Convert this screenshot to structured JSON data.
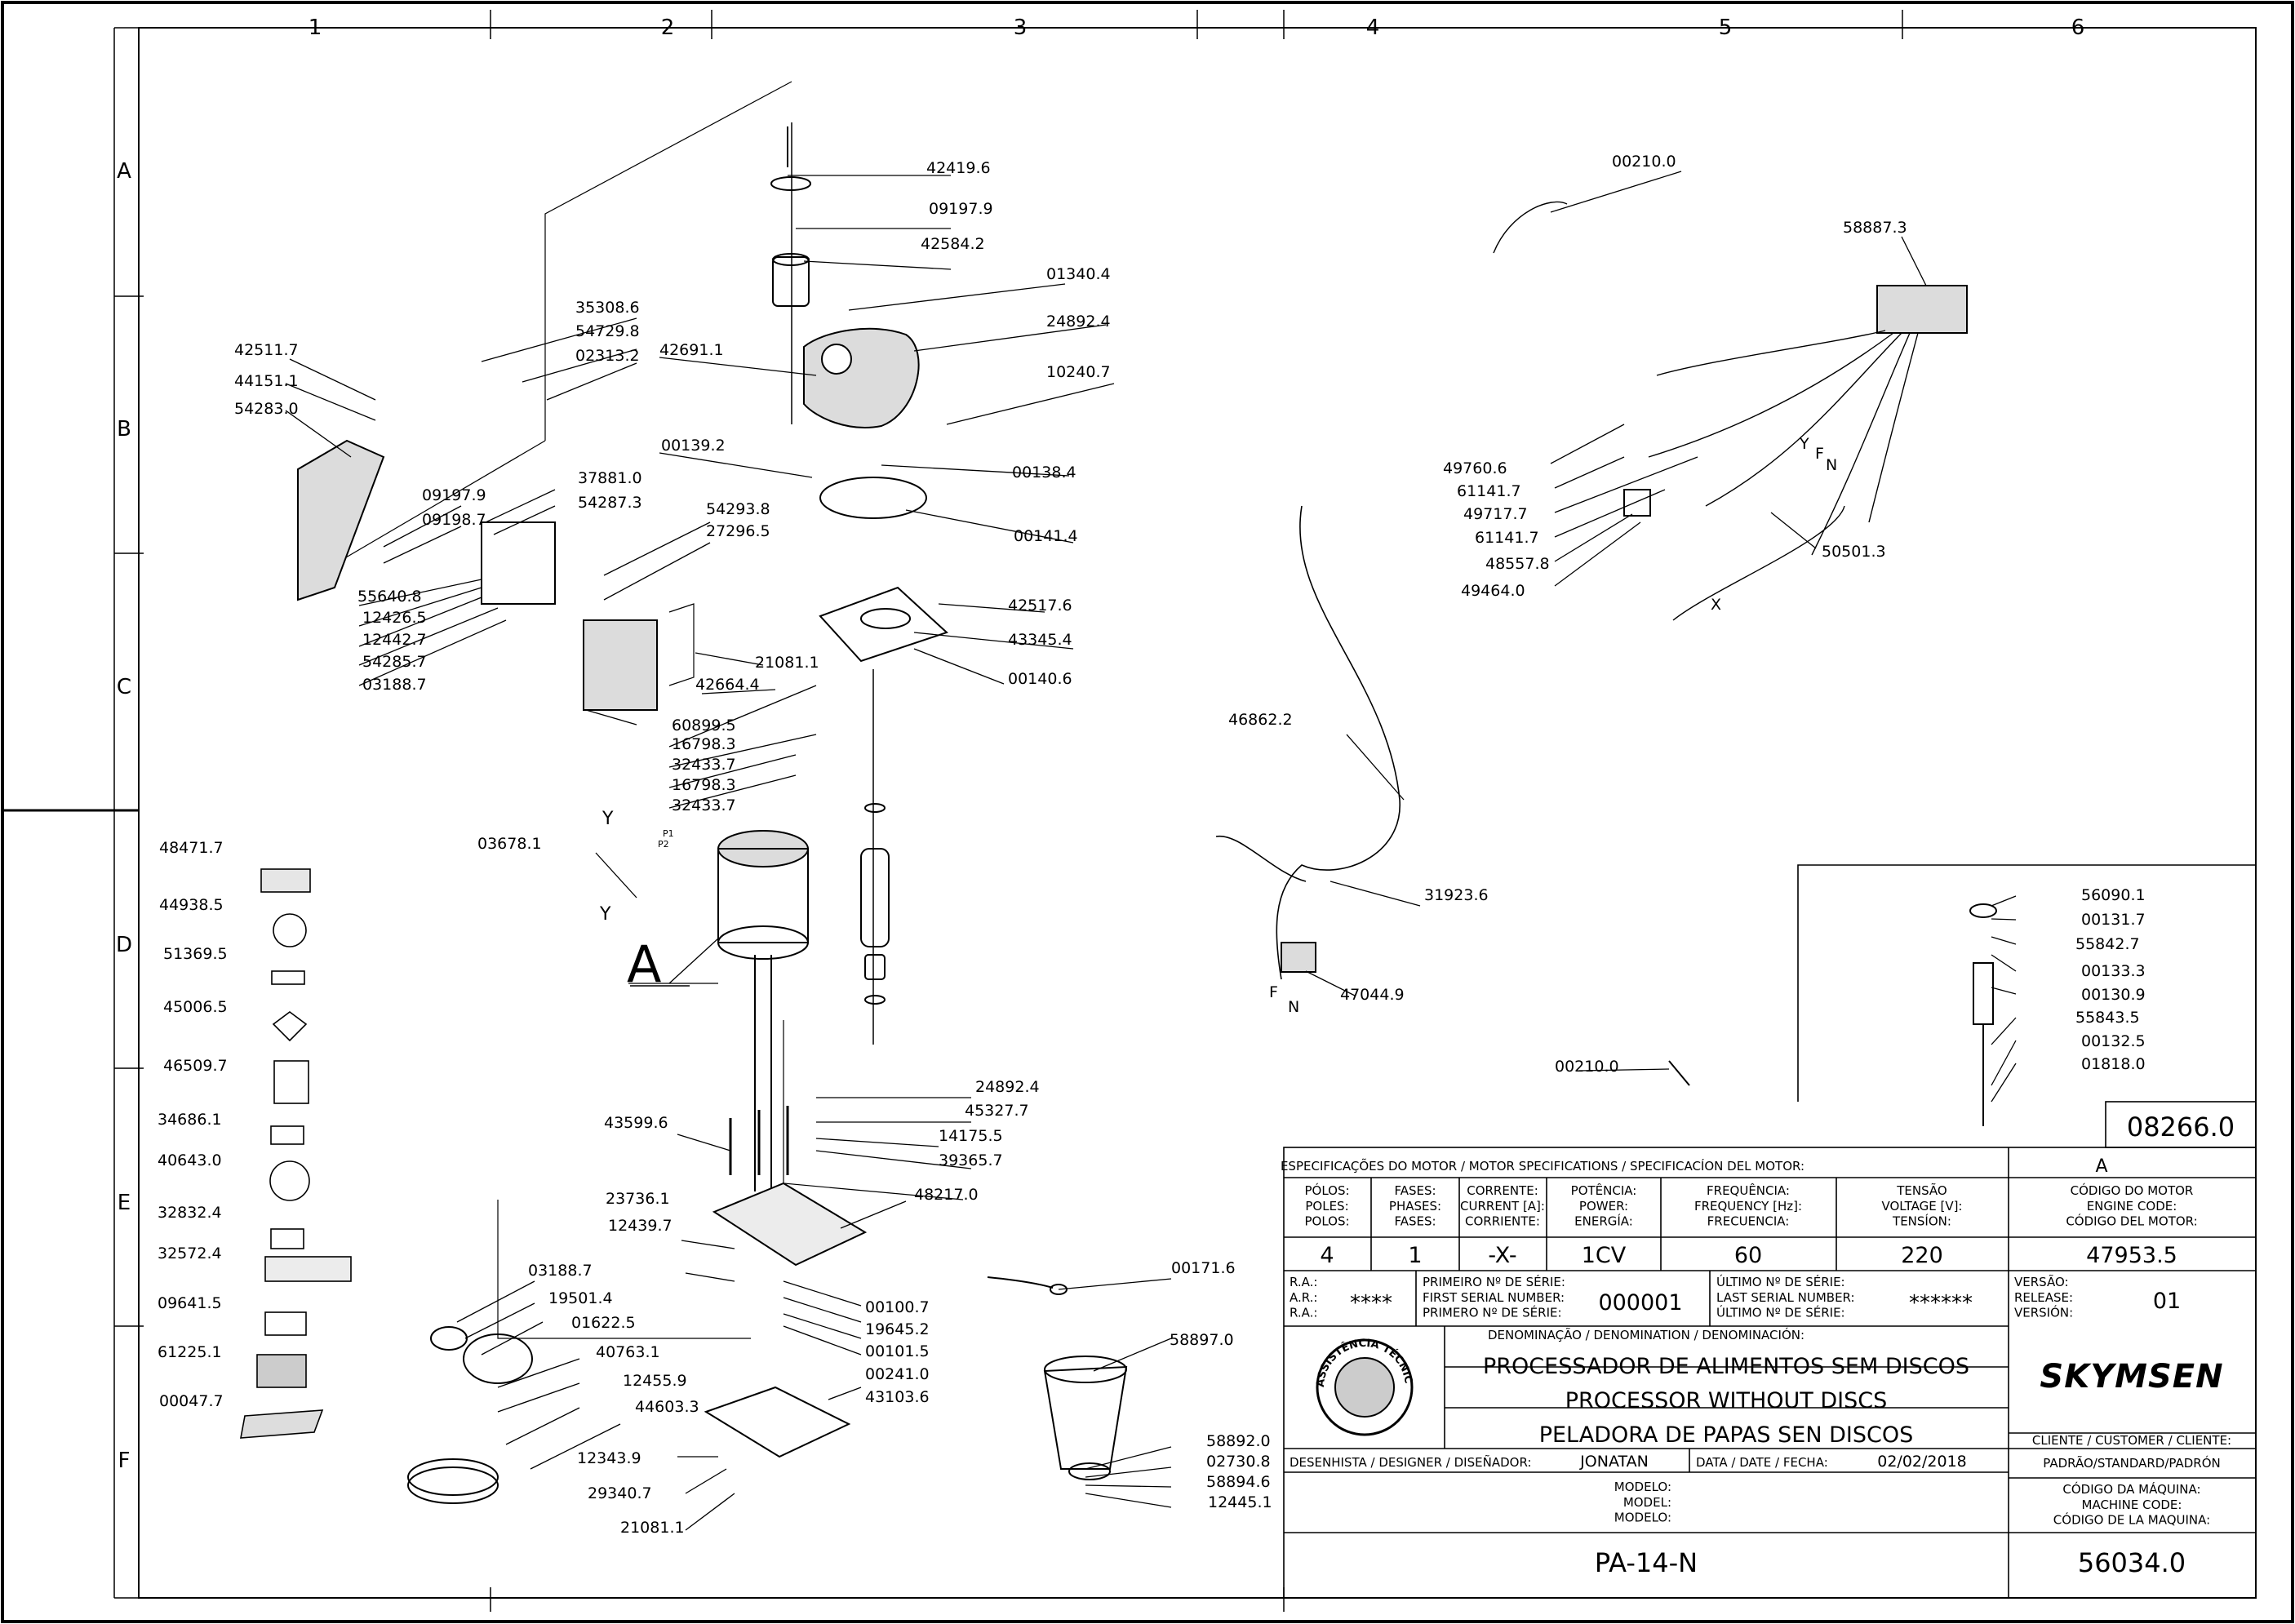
{
  "grid": {
    "cols": [
      "1",
      "2",
      "3",
      "4",
      "5",
      "6"
    ],
    "rows": [
      "A",
      "B",
      "C",
      "D",
      "E",
      "F"
    ]
  },
  "detail_marker": "A",
  "callouts": [
    "42419.6",
    "09197.9",
    "42584.2",
    "01340.4",
    "24892.4",
    "42691.1",
    "10240.7",
    "00139.2",
    "00138.4",
    "00141.4",
    "42517.6",
    "43345.4",
    "00140.6",
    "35308.6",
    "54729.8",
    "02313.2",
    "42511.7",
    "44151.1",
    "54283.0",
    "09197.9",
    "09198.7",
    "37881.0",
    "54287.3",
    "54293.8",
    "27296.5",
    "55640.8",
    "12426.5",
    "12442.7",
    "54285.7",
    "03188.7",
    "21081.1",
    "42664.4",
    "60899.5",
    "16798.3",
    "32433.7",
    "16798.3",
    "32433.7",
    "03678.1",
    "48471.7",
    "44938.5",
    "51369.5",
    "45006.5",
    "46509.7",
    "34686.1",
    "40643.0",
    "32832.4",
    "32572.4",
    "09641.5",
    "61225.1",
    "00047.7",
    "43599.6",
    "24892.4",
    "45327.7",
    "14175.5",
    "39365.7",
    "48217.0",
    "23736.1",
    "12439.7",
    "03188.7",
    "19501.4",
    "01622.5",
    "40763.1",
    "12455.9",
    "44603.3",
    "12343.9",
    "29340.7",
    "21081.1",
    "00100.7",
    "19645.2",
    "00101.5",
    "00241.0",
    "43103.6",
    "00171.6",
    "58897.0",
    "58892.0",
    "02730.8",
    "58894.6",
    "12445.1",
    "46862.2",
    "31923.6",
    "47044.9",
    "00210.0",
    "00210.0",
    "58887.3",
    "49760.6",
    "61141.7",
    "49717.7",
    "61141.7",
    "48557.8",
    "49464.0",
    "50501.3",
    "56090.1",
    "00131.7",
    "55842.7",
    "00133.3",
    "00130.9",
    "55843.5",
    "00132.5",
    "01818.0"
  ],
  "wire_letters": [
    "Y",
    "Y",
    "P1",
    "P2",
    "F",
    "N",
    "Y",
    "F",
    "N",
    "X"
  ],
  "title_block": {
    "detail_code": "08266.0",
    "revision_letter": "A",
    "motor_spec_header": "ESPECIFICAÇÕES DO MOTOR / MOTOR SPECIFICATIONS / SPECIFICACÍON DEL MOTOR:",
    "spec_columns": [
      {
        "label": "PÓLOS:\nPOLES:\nPOLOS:",
        "value": "4"
      },
      {
        "label": "FASES:\nPHASES:\nFASES:",
        "value": "1"
      },
      {
        "label": "CORRENTE:\nCURRENT [A]:\nCORRIENTE:",
        "value": "-X-"
      },
      {
        "label": "POTÊNCIA:\nPOWER:\nENERGÍA:",
        "value": "1CV"
      },
      {
        "label": "FREQUÊNCIA:\nFREQUENCY [Hz]:\nFRECUENCIA:",
        "value": "60"
      },
      {
        "label": "TENSÃO\nVOLTAGE [V]:\nTENSÍON:",
        "value": "220"
      },
      {
        "label": "CÓDIGO DO MOTOR\nENGINE CODE:\nCÓDIGO DEL MOTOR:",
        "value": "47953.5"
      }
    ],
    "ra_label": "R.A.:\nA.R.:\nR.A.:",
    "ra_value": "****",
    "first_serial_label": "PRIMEIRO Nº DE SÉRIE:\nFIRST SERIAL NUMBER:\nPRIMERO Nº DE SÉRIE:",
    "first_serial_value": "000001",
    "last_serial_label": "ÚLTIMO Nº DE SÉRIE:\nLAST SERIAL NUMBER:\nÚLTIMO Nº DE SÉRIE:",
    "last_serial_value": "******",
    "version_label": "VERSÃO:\nRELEASE:\nVERSIÓN:",
    "version_value": "01",
    "denomination_header": "DENOMINAÇÃO / DENOMINATION / DENOMINACIÓN:",
    "denominations": [
      "PROCESSADOR DE ALIMENTOS SEM DISCOS",
      "PROCESSOR WITHOUT DISCS",
      "PELADORA DE PAPAS SEN DISCOS"
    ],
    "brand": "SKYMSEN",
    "seal_text": "ASSISTÊNCIA TÉCNICA AUTORIZADA",
    "client_label": "CLIENTE / CUSTOMER / CLIENTE:",
    "client_value": "PADRÃO/STANDARD/PADRÓN",
    "designer_label": "DESENHISTA / DESIGNER / DISEÑADOR:",
    "designer_value": "JONATAN",
    "date_label": "DATA / DATE / FECHA:",
    "date_value": "02/02/2018",
    "model_label": "MODELO:\nMODEL:\nMODELO:",
    "model_value": "PA-14-N",
    "machine_code_label": "CÓDIGO DA MÁQUINA:\nMACHINE CODE:\nCÓDIGO DE LA MAQUINA:",
    "machine_code_value": "56034.0"
  }
}
